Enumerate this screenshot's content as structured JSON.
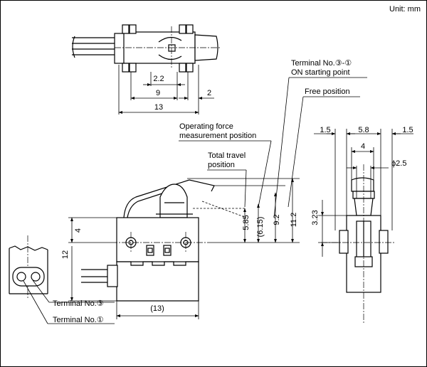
{
  "unit_label": "Unit: mm",
  "top_view": {
    "dim_2_2": "2.2",
    "dim_9": "9",
    "dim_2": "2",
    "dim_13": "13"
  },
  "callouts": {
    "on_start_line1": "Terminal No.③-①",
    "on_start_line2": "ON starting point",
    "free_position": "Free position",
    "op_force_line1": "Operating force",
    "op_force_line2": "measurement position",
    "total_travel_line1": "Total travel",
    "total_travel_line2": "position"
  },
  "front_view": {
    "dim_4": "4",
    "dim_12": "12",
    "dim_13_ref": "(13)",
    "dim_5_85": "5.85",
    "dim_6_15": "(6.15)",
    "dim_9_2": "9.2",
    "dim_11_2": "11.2"
  },
  "side_view": {
    "dim_1_5_left": "1.5",
    "dim_5_8": "5.8",
    "dim_1_5_right": "1.5",
    "dim_4": "4",
    "dim_phi_2_5": "ϕ2.5",
    "dim_3_23": "3.23"
  },
  "terminals": {
    "terminal_3": "Terminal No.③",
    "terminal_1": "Terminal No.①"
  }
}
